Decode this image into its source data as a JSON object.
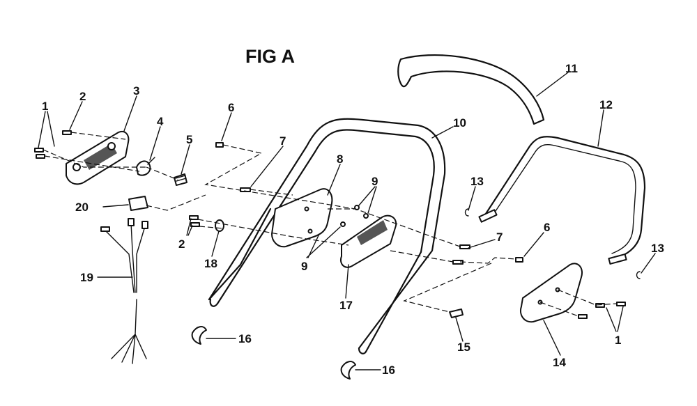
{
  "figure": {
    "title": "FIG A"
  },
  "callouts": [
    {
      "id": "c1a",
      "text": "1"
    },
    {
      "id": "c2a",
      "text": "2"
    },
    {
      "id": "c3",
      "text": "3"
    },
    {
      "id": "c4",
      "text": "4"
    },
    {
      "id": "c5",
      "text": "5"
    },
    {
      "id": "c6a",
      "text": "6"
    },
    {
      "id": "c7a",
      "text": "7"
    },
    {
      "id": "c8",
      "text": "8"
    },
    {
      "id": "c9a",
      "text": "9"
    },
    {
      "id": "c10",
      "text": "10"
    },
    {
      "id": "c11",
      "text": "11"
    },
    {
      "id": "c12",
      "text": "12"
    },
    {
      "id": "c13a",
      "text": "13"
    },
    {
      "id": "c20",
      "text": "20"
    },
    {
      "id": "c2b",
      "text": "2"
    },
    {
      "id": "c18",
      "text": "18"
    },
    {
      "id": "c19",
      "text": "19"
    },
    {
      "id": "c9b",
      "text": "9"
    },
    {
      "id": "c17",
      "text": "17"
    },
    {
      "id": "c7b",
      "text": "7"
    },
    {
      "id": "c6b",
      "text": "6"
    },
    {
      "id": "c13b",
      "text": "13"
    },
    {
      "id": "c16a",
      "text": "16"
    },
    {
      "id": "c15",
      "text": "15"
    },
    {
      "id": "c14",
      "text": "14"
    },
    {
      "id": "c1b",
      "text": "1"
    },
    {
      "id": "c16b",
      "text": "16"
    }
  ]
}
